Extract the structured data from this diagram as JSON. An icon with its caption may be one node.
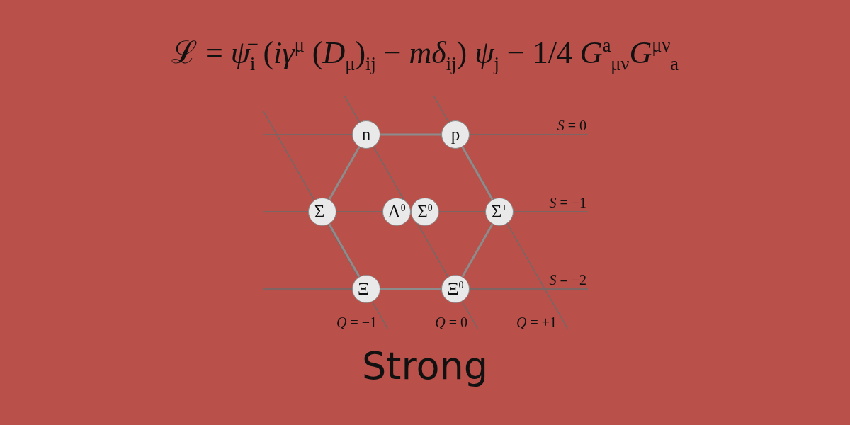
{
  "diagram": {
    "title": "ℒ = *ψ̄*$_{i}$ (*iγ*$^{μ}$ (*D*$_{μ}$)$_{ij}$ − *mδ*$_{ij}$) *ψ*$_{j}$ − 1/4 *G*$^{a}$$_{μν}$*G*$^{μν}$$_{a}$",
    "caption": "Strong",
    "nodes": [
      {
        "text": [
          "n"
        ]
      },
      {
        "text": [
          "p"
        ]
      },
      {
        "text": [
          "Σ$^{−}$"
        ]
      },
      {
        "text": [
          "Λ$^{0}$"
        ]
      },
      {
        "text": [
          "Σ$^{0}$"
        ]
      },
      {
        "text": [
          "Σ$^{+}$"
        ]
      },
      {
        "text": [
          "Ξ$^{−}$"
        ]
      },
      {
        "text": [
          "Ξ$^{0}$"
        ]
      }
    ],
    "edges": [
      {
        "from": 0,
        "to": 1,
        "arrow": "none"
      },
      {
        "from": 1,
        "to": 5,
        "arrow": "none"
      },
      {
        "from": 5,
        "to": 7,
        "arrow": "none"
      },
      {
        "from": 7,
        "to": 6,
        "arrow": "none"
      },
      {
        "from": 6,
        "to": 2,
        "arrow": "none"
      },
      {
        "from": 2,
        "to": 0,
        "arrow": "none"
      }
    ],
    "labels": [
      "*S* = 0",
      "*S* = −1",
      "*S* = −2",
      "*Q* = −1",
      "*Q* = 0",
      "*Q* = +1"
    ]
  }
}
